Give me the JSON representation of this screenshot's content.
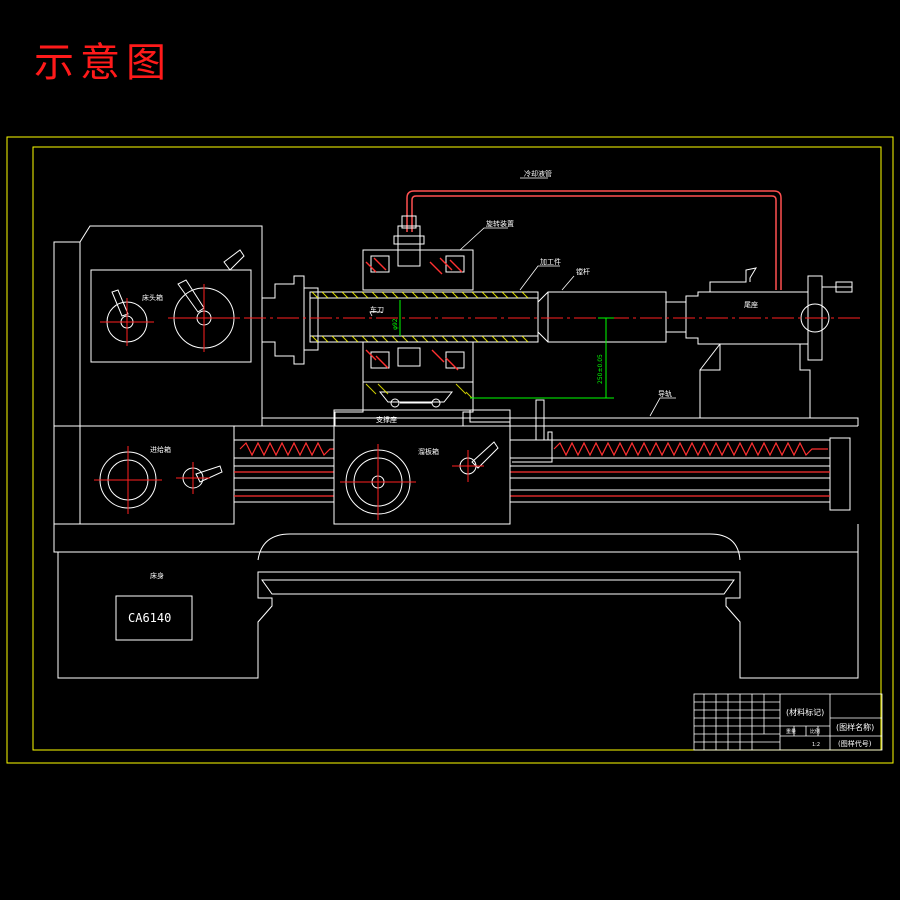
{
  "page": {
    "title": "示意图"
  },
  "drawing": {
    "model_label": "CA6140",
    "labels": {
      "coolant_pipe": "冷却液管",
      "rotating_device": "旋转装置",
      "workpiece": "加工件",
      "tool_bar": "镗杆",
      "headstock": "床头箱",
      "cutter": "车刀",
      "tailstock": "尾座",
      "guide_rail": "导轨",
      "support": "支撑座",
      "feed_box": "进给箱",
      "apron": "溜板箱",
      "bed": "床身"
    },
    "dimensions": {
      "bore_diameter": "φ92",
      "center_height": "250±0.05"
    },
    "title_block": {
      "material": "(材料标记)",
      "drawing_name": "(图样名称)",
      "drawing_code": "(图样代号)",
      "ratio": "1:2",
      "scale_label": "比例",
      "weight_label": "重量"
    }
  },
  "colors": {
    "background": "#000000",
    "line": "#ffffff",
    "frame": "#ffff00",
    "centerline": "#ff2020",
    "dimension": "#00ff00",
    "hatch": "#ffff00",
    "pipe": "#ff5050",
    "title": "#ff1a1a"
  }
}
